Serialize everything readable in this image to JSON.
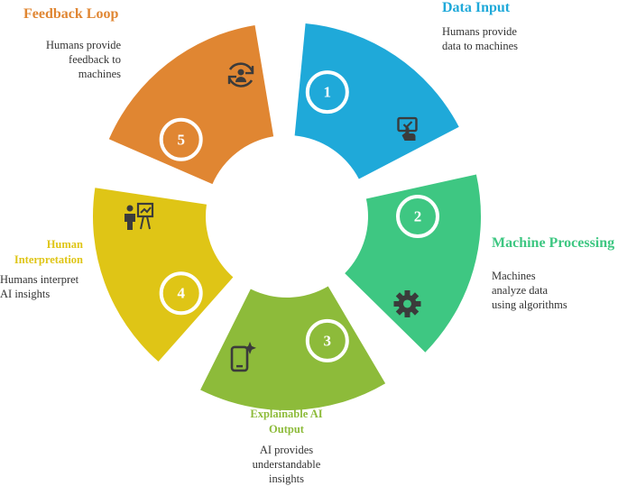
{
  "steps": [
    {
      "number": "1",
      "title": "Data Input",
      "description": [
        "Humans provide",
        "data to machines"
      ],
      "color": "#1fa9d9",
      "icon": "touch-screen-check-icon"
    },
    {
      "number": "2",
      "title": "Machine Processing",
      "description": [
        "Machines",
        "analyze data",
        "using algorithms"
      ],
      "color": "#3ec782",
      "icon": "gear-icon"
    },
    {
      "number": "3",
      "title": [
        "Explainable AI",
        "Output"
      ],
      "description": [
        "AI provides",
        "understandable",
        "insights"
      ],
      "color": "#8dbb3a",
      "icon": "smartphone-sparkle-icon"
    },
    {
      "number": "4",
      "title": [
        "Human",
        "Interpretation"
      ],
      "description": [
        "Humans interpret",
        "AI insights"
      ],
      "color": "#dfc516",
      "icon": "presenter-chart-icon"
    },
    {
      "number": "5",
      "title": "Feedback Loop",
      "description": [
        "Humans provide",
        "feedback to",
        "machines"
      ],
      "color": "#e08632",
      "icon": "user-refresh-icon"
    }
  ]
}
